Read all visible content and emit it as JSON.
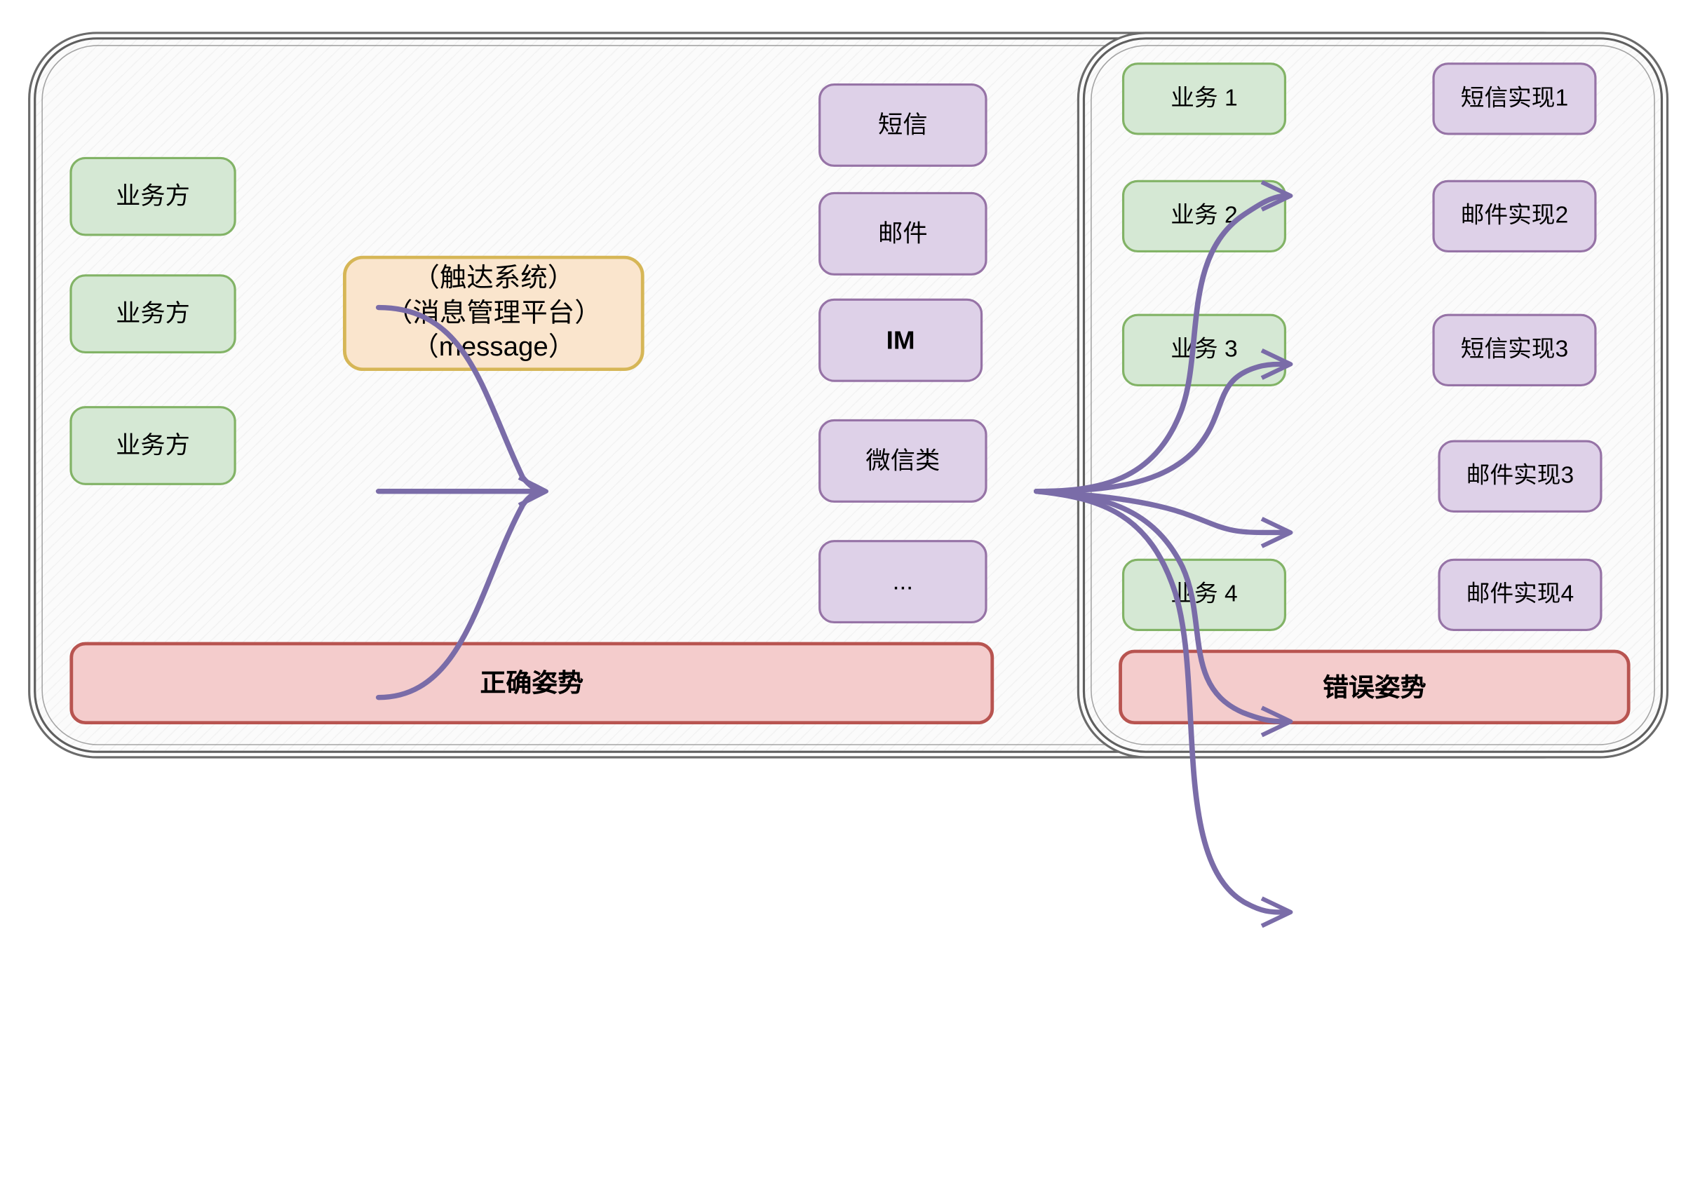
{
  "diagram": {
    "title_left": "正确姿势",
    "title_right": "错误姿势",
    "colors": {
      "green_fill": "#d5e8d4",
      "green_border": "#82b366",
      "purple_fill": "#ded1e8",
      "purple_border": "#9673a6",
      "orange_fill": "#fae5cd",
      "orange_border": "#d6b656",
      "red_fill": "#f4cccc",
      "red_border": "#b85450",
      "arrow": "#7a6ca8",
      "panel_border": "#5f5f5f",
      "panel_fill": "#fbfbfb"
    }
  },
  "left_panel": {
    "name": "correct-approach-panel",
    "producers": [
      {
        "label": "业务方"
      },
      {
        "label": "业务方"
      },
      {
        "label": "业务方"
      }
    ],
    "hub": {
      "label": "（触达系统）\n（消息管理平台）\n（message）",
      "line1": "（触达系统）",
      "line2": "（消息管理平台）",
      "line3": "（message）"
    },
    "channels": [
      {
        "label": "短信"
      },
      {
        "label": "邮件"
      },
      {
        "label": "IM"
      },
      {
        "label": "微信类"
      },
      {
        "label": "..."
      }
    ],
    "banner": {
      "label": "正确姿势"
    }
  },
  "right_panel": {
    "name": "wrong-approach-panel",
    "businesses": [
      {
        "label": "业务 1"
      },
      {
        "label": "业务 2"
      },
      {
        "label": "业务 3"
      },
      {
        "label": "业务 4"
      }
    ],
    "implementations": [
      {
        "label": "短信实现1"
      },
      {
        "label": "邮件实现2"
      },
      {
        "label": "短信实现3"
      },
      {
        "label": "邮件实现3"
      },
      {
        "label": "邮件实现4"
      }
    ],
    "banner": {
      "label": "错误姿势"
    }
  }
}
